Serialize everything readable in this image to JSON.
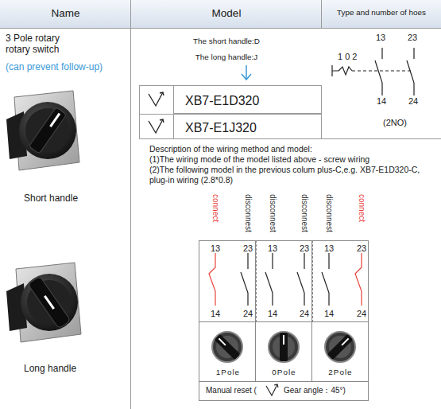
{
  "diagram": {
    "nodes": [
      {
        "text": [
          "Name"
        ]
      },
      {
        "text": [
          "Model"
        ]
      },
      {
        "text": [
          "Type and number of hoes"
        ]
      },
      {
        "text": [
          "3 Pole rotary rotary switch",
          "(can prevent follow-up)",
          "Short handle",
          "Long handle"
        ]
      },
      {
        "text": [
          "The short handle:D",
          "The long handle:J"
        ]
      },
      {
        "text": [
          "XB7-E1D320"
        ]
      },
      {
        "text": [
          "XB7-E1J320"
        ]
      },
      {
        "text": [
          "13",
          "23",
          "1 0 2",
          "14",
          "24",
          "(2NO)"
        ]
      },
      {
        "text": [
          "Description of the wiring method and model:",
          "(1)The wiring mode of the model listed above - screw wiring",
          "(2)The following model in the previous colum plus-C,e.g. XB7-E1D320-C, plug-in wiring (2.8*0.8)"
        ]
      },
      {
        "text": [
          "13",
          "23",
          "14",
          "24"
        ],
        "in": 8
      },
      {
        "text": [
          "13",
          "23",
          "14",
          "24"
        ],
        "in": 8
      },
      {
        "text": [
          "13",
          "23",
          "14",
          "24"
        ],
        "in": 8
      },
      {
        "text": [
          "1Pole"
        ],
        "in": 8
      },
      {
        "text": [
          "0Pole"
        ],
        "in": 8
      },
      {
        "text": [
          "2Pole"
        ],
        "in": 8
      },
      {
        "text": [
          "Manual reset (",
          "Gear angle：45°)"
        ],
        "in": 8
      }
    ],
    "labels": [
      "connect",
      "disconnest",
      "disconnest",
      "disconnest",
      "disconnest",
      "connect"
    ]
  }
}
